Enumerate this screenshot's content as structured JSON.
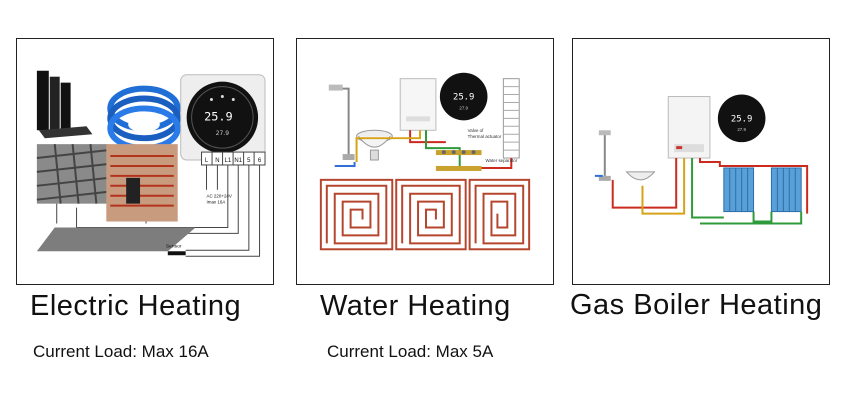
{
  "panels": [
    {
      "title": "Electric Heating",
      "subtitle": "Current Load: Max 16A",
      "diagram": {
        "thermostat_temp": "25.9",
        "thermostat_sub": "27.9",
        "terminals": [
          "L",
          "N",
          "L1",
          "N1",
          "5",
          "6"
        ],
        "note_line1": "AC 220+24V",
        "note_line2": "Imax 16A",
        "sensor_label": "Sensor"
      }
    },
    {
      "title": "Water Heating",
      "subtitle": "Current Load: Max 5A",
      "diagram": {
        "thermostat_temp": "25.9",
        "thermostat_sub": "27.9",
        "label_valve": "Valve of",
        "label_actuator": "Thermal actuator",
        "label_separator": "Water separator"
      }
    },
    {
      "title": "Gas Boiler Heating",
      "diagram": {
        "thermostat_temp": "25.9",
        "thermostat_sub": "27.9"
      }
    }
  ],
  "colors": {
    "hot_pipe": "#cc2a1e",
    "cold_pipe": "#2f9a3a",
    "floor_pipe": "#b5462d",
    "thermostat": "#111111",
    "cable_blue": "#1f6fd6"
  }
}
